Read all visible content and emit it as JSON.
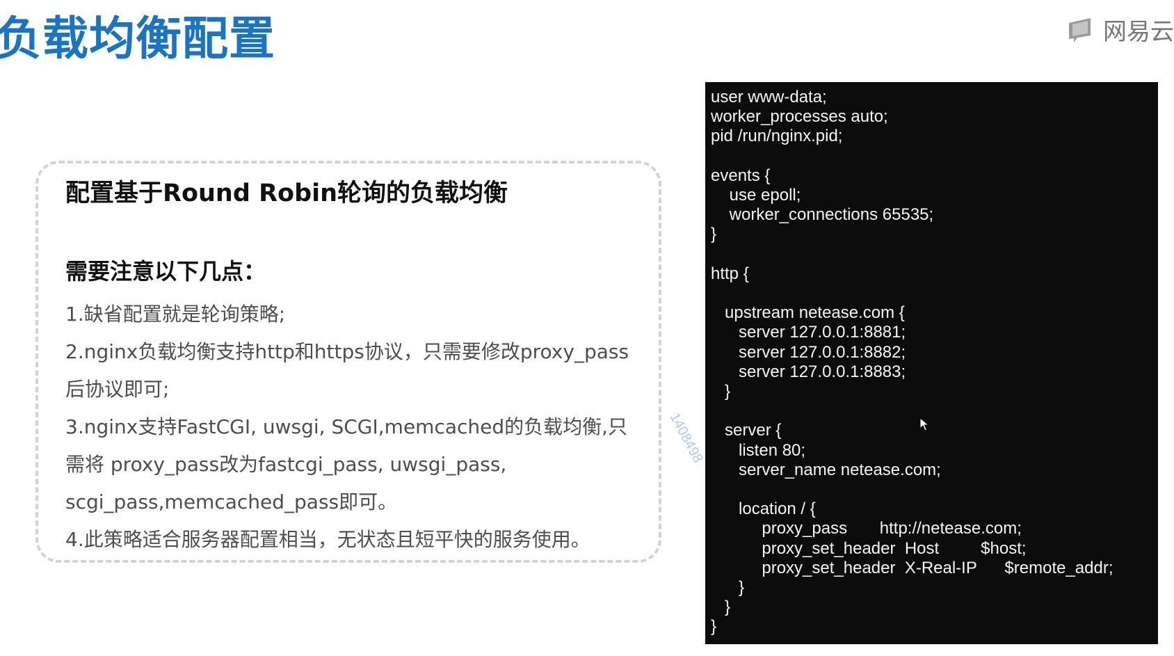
{
  "slide": {
    "title": "负载均衡配置",
    "brand": {
      "name": "网易云",
      "logo_icon": "netease-cloud-logo-icon"
    }
  },
  "info_box": {
    "heading": "配置基于Round Robin轮询的负载均衡",
    "notes_heading": "需要注意以下几点：",
    "notes": [
      "1.缺省配置就是轮询策略;",
      "2.nginx负载均衡支持http和https协议，只需要修改proxy_pass后协议即可;",
      "3.nginx支持FastCGI, uwsgi, SCGI,memcached的负载均衡,只需将 proxy_pass改为fastcgi_pass, uwsgi_pass, scgi_pass,memcached_pass即可。",
      "4.此策略适合服务器配置相当，无状态且短平快的服务使用。"
    ]
  },
  "code_panel": {
    "lines": [
      "user www-data;",
      "worker_processes auto;",
      "pid /run/nginx.pid;",
      "",
      "events {",
      "    use epoll;",
      "    worker_connections 65535;",
      "}",
      "",
      "http {",
      "",
      "   upstream netease.com {",
      "      server 127.0.0.1:8881;",
      "      server 127.0.0.1:8882;",
      "      server 127.0.0.1:8883;",
      "   }",
      "",
      "   server {",
      "      listen 80;",
      "      server_name netease.com;",
      "",
      "      location / {",
      "           proxy_pass       http://netease.com;",
      "           proxy_set_header  Host         $host;",
      "           proxy_set_header  X-Real-IP      $remote_addr;",
      "      }",
      "   }",
      "}"
    ]
  },
  "watermark": {
    "text": "1408498"
  },
  "colors": {
    "title": "#1a74c6",
    "code_background": "#0c0c0c",
    "code_text": "#f4f4f4",
    "note_text": "#4d4d4d",
    "box_border": "#d3d3d3"
  }
}
